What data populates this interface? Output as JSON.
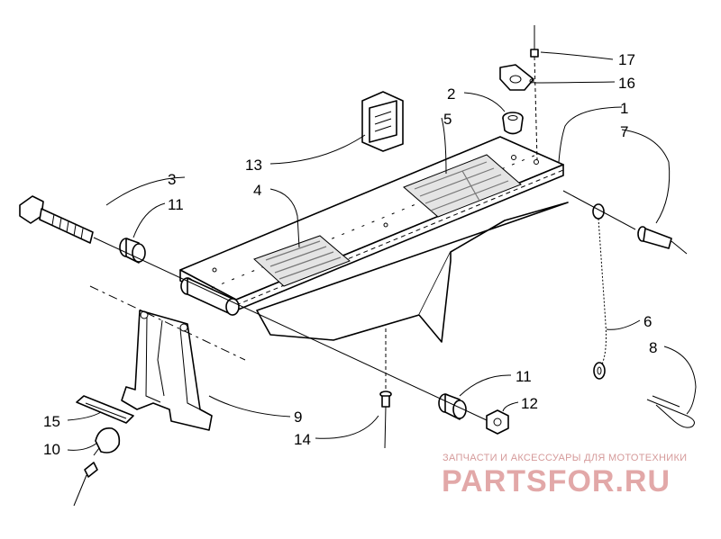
{
  "callouts": [
    {
      "id": "1",
      "text": "1"
    },
    {
      "id": "2",
      "text": "2"
    },
    {
      "id": "3",
      "text": "3"
    },
    {
      "id": "4",
      "text": "4"
    },
    {
      "id": "5",
      "text": "5"
    },
    {
      "id": "6",
      "text": "6"
    },
    {
      "id": "7",
      "text": "7"
    },
    {
      "id": "8",
      "text": "8"
    },
    {
      "id": "9",
      "text": "9"
    },
    {
      "id": "10",
      "text": "10"
    },
    {
      "id": "11a",
      "text": "11"
    },
    {
      "id": "11b",
      "text": "11"
    },
    {
      "id": "12",
      "text": "12"
    },
    {
      "id": "13",
      "text": "13"
    },
    {
      "id": "14",
      "text": "14"
    },
    {
      "id": "15",
      "text": "15"
    },
    {
      "id": "16",
      "text": "16"
    },
    {
      "id": "17",
      "text": "17"
    }
  ],
  "watermark": {
    "subtitle": "ЗАПЧАСТИ И АКСЕССУАРЫ ДЛЯ МОТОТЕХНИКИ",
    "logo": "PARTSFOR.RU"
  }
}
